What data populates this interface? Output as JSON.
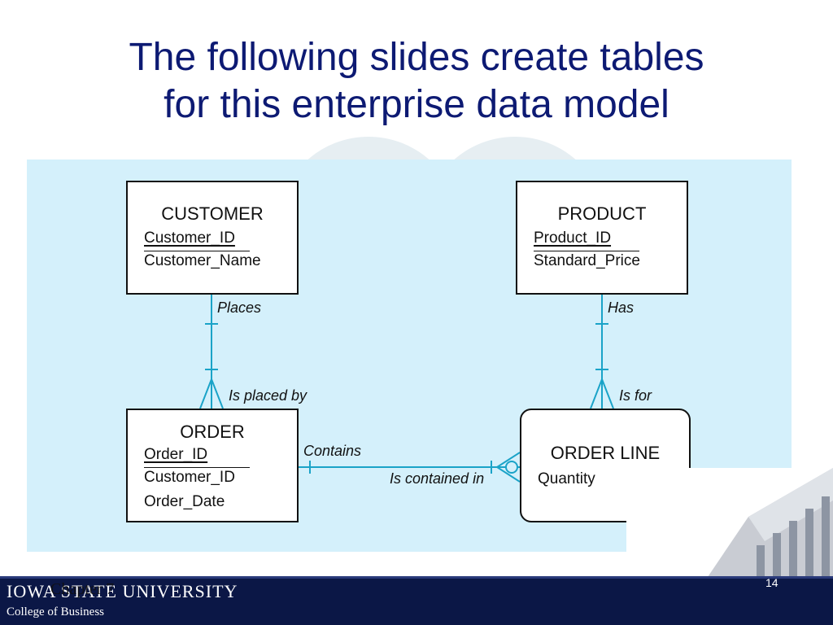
{
  "slide": {
    "title_line1": "The following slides create tables",
    "title_line2": "for this enterprise data model",
    "chapter": "Chapter 7",
    "page_number": "14"
  },
  "branding": {
    "university": "IOWA STATE UNIVERSITY",
    "college": "College of Business"
  },
  "diagram": {
    "entities": {
      "customer": {
        "name": "CUSTOMER",
        "pk": "Customer_ID",
        "attrs": [
          "Customer_Name"
        ]
      },
      "product": {
        "name": "PRODUCT",
        "pk": "Product_ID",
        "attrs": [
          "Standard_Price"
        ]
      },
      "order": {
        "name": "ORDER",
        "pk": "Order_ID",
        "attrs": [
          "Customer_ID",
          "Order_Date"
        ]
      },
      "order_line": {
        "name": "ORDER LINE",
        "attrs": [
          "Quantity"
        ]
      }
    },
    "relationships": {
      "places": "Places",
      "is_placed_by": "Is placed by",
      "has": "Has",
      "is_for": "Is for",
      "contains": "Contains",
      "is_contained_in": "Is contained in"
    }
  },
  "colors": {
    "title": "#0d1a73",
    "panel": "#d4f0fb",
    "connector": "#1aa3c8",
    "footer": "#0b1746"
  }
}
